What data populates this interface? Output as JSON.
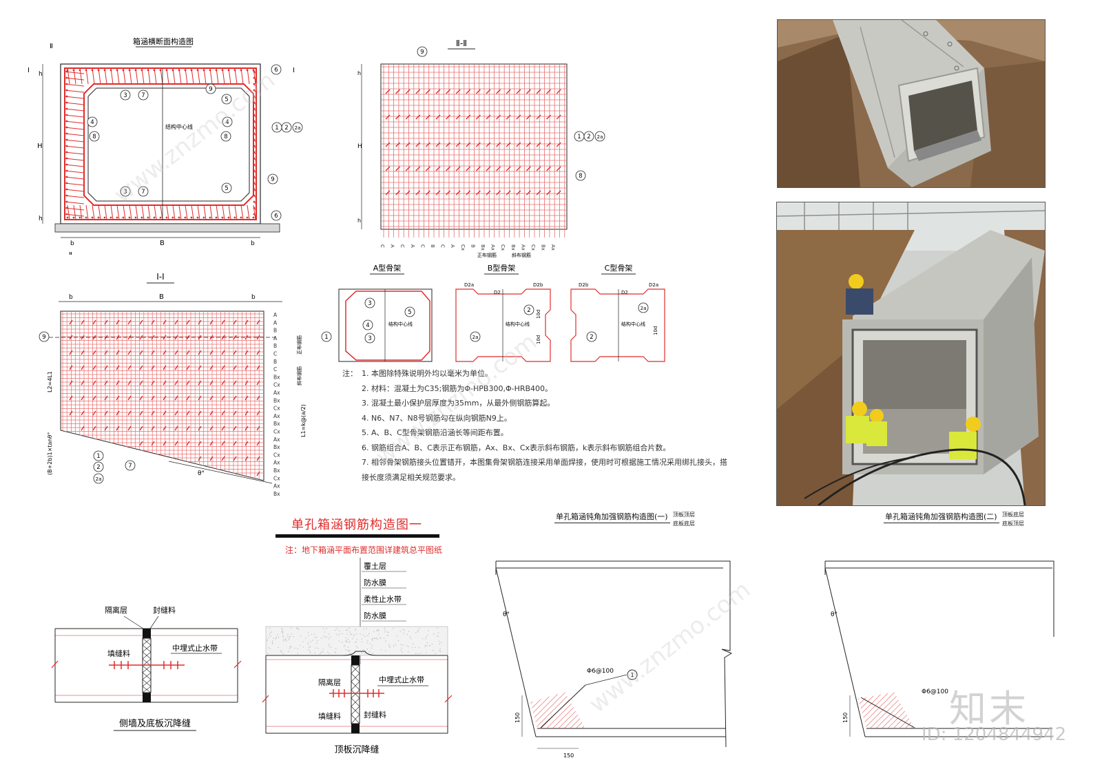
{
  "cross_section": {
    "title": "箱涵横断面构造图",
    "center_line": "结构中心线",
    "dims": {
      "h": "h",
      "H": "H",
      "b": "b",
      "B": "B"
    },
    "section_marks": {
      "roman2": "Ⅱ",
      "roman1": "Ⅰ"
    },
    "callouts": [
      "3",
      "7",
      "9",
      "4",
      "8",
      "5",
      "6",
      "1",
      "2",
      "2a"
    ]
  },
  "section_2": {
    "title": "Ⅱ-Ⅱ",
    "rebar_codes": [
      "C",
      "A",
      "C",
      "A",
      "C",
      "B",
      "C",
      "A",
      "Cx",
      "B",
      "Bx",
      "Ax",
      "Cx",
      "Bx",
      "Ax",
      "Cx",
      "Bx",
      "Ax"
    ],
    "legend_front": "正布钢筋",
    "legend_oblique": "斜布钢筋",
    "callouts": [
      "9",
      "1",
      "2",
      "2a",
      "8"
    ],
    "dim_H": "H",
    "dim_h": "h"
  },
  "section_1": {
    "title": "Ⅰ-Ⅰ",
    "dims": {
      "b": "b",
      "B": "B"
    },
    "row_codes": [
      "A",
      "A",
      "B",
      "A",
      "B",
      "C",
      "B",
      "C",
      "Bx",
      "Cx",
      "Ax",
      "Bx",
      "Cx",
      "Ax",
      "Bx",
      "Cx",
      "Ax",
      "Bx",
      "Cx",
      "Ax",
      "Bx",
      "Cx",
      "Ax",
      "Bx",
      "Cx"
    ],
    "left_label_1": "L2=4L1",
    "left_label_2": "(B+2b)1×tanθ°",
    "right_label_1": "L1=k@(a/2)",
    "right_label_2": "正布钢筋",
    "right_label_3": "斜布钢筋",
    "angle": "θ°",
    "callouts": [
      "9",
      "1",
      "2",
      "2a",
      "7"
    ]
  },
  "skeletons": [
    {
      "title": "A型骨架",
      "center": "结构中心线",
      "callouts": [
        "3",
        "4",
        "3",
        "5",
        "1"
      ]
    },
    {
      "title": "B型骨架",
      "center": "结构中心线",
      "d_labels": [
        "D2a",
        "D2",
        "D2b"
      ],
      "callouts": [
        "2",
        "2a"
      ],
      "dims": [
        "10d",
        "10d"
      ]
    },
    {
      "title": "C型骨架",
      "center": "结构中心线",
      "d_labels": [
        "D2b",
        "D2",
        "D2a"
      ],
      "callouts": [
        "2a",
        "2"
      ],
      "dims": [
        "10d"
      ]
    }
  ],
  "notes": {
    "label": "注：",
    "items": [
      "1. 本图除特殊说明外均以毫米为单位。",
      "2. 材料：混凝土为C35;钢筋为Φ-HPB300,Φ-HRB400。",
      "3. 混凝土最小保护层厚度为35mm，从最外侧钢筋算起。",
      "4. N6、N7、N8号钢筋勾在纵向钢筋N9上。",
      "5. A、B、C型骨架钢筋沿涵长等间距布置。",
      "6. 钢筋组合A、B、C表示正布钢筋，Ax、Bx、Cx表示斜布钢筋，k表示斜布钢筋组合片数。",
      "7. 相邻骨架钢筋接头位置错开，本图集骨架钢筋连接采用单面焊接，使用时可根据施工情况采用绑扎接头，搭接长度须满足相关规范要求。"
    ]
  },
  "main_title": "单孔箱涵钢筋构造图一",
  "main_subtitle": "注：地下箱涵平面布置范围详建筑总平图纸",
  "joint_side": {
    "title": "侧墙及底板沉降缝",
    "labels": {
      "isolation": "隔离层",
      "sealant": "封缝料",
      "filler": "填缝料",
      "waterstop": "中埋式止水带"
    }
  },
  "joint_top": {
    "title": "顶板沉降缝",
    "layers": [
      "覆土层",
      "防水膜",
      "柔性止水带",
      "防水膜"
    ],
    "labels": {
      "isolation": "隔离层",
      "waterstop": "中埋式止水带",
      "filler": "填缝料",
      "sealant": "封缝料"
    }
  },
  "corner_1": {
    "title": "单孔箱涵钝角加强钢筋构造图(一)",
    "sub1": "顶板顶层",
    "sub2": "底板底层",
    "angle": "θ°",
    "rebar": "Φ6@100",
    "callout": "1",
    "dim_v": "150",
    "dim_h": "150"
  },
  "corner_2": {
    "title": "单孔箱涵钝角加强钢筋构造图(二)",
    "sub1": "顶板底层",
    "sub2": "底板顶层",
    "angle": "θ°",
    "rebar": "Φ6@100",
    "dim_v": "150"
  },
  "watermark": {
    "brand": "知末",
    "id": "ID: 1204844942",
    "site": "www.znzmo.com"
  },
  "colors": {
    "rebar": "#e02b2b",
    "line": "#222222",
    "grid": "#e86b6b"
  }
}
